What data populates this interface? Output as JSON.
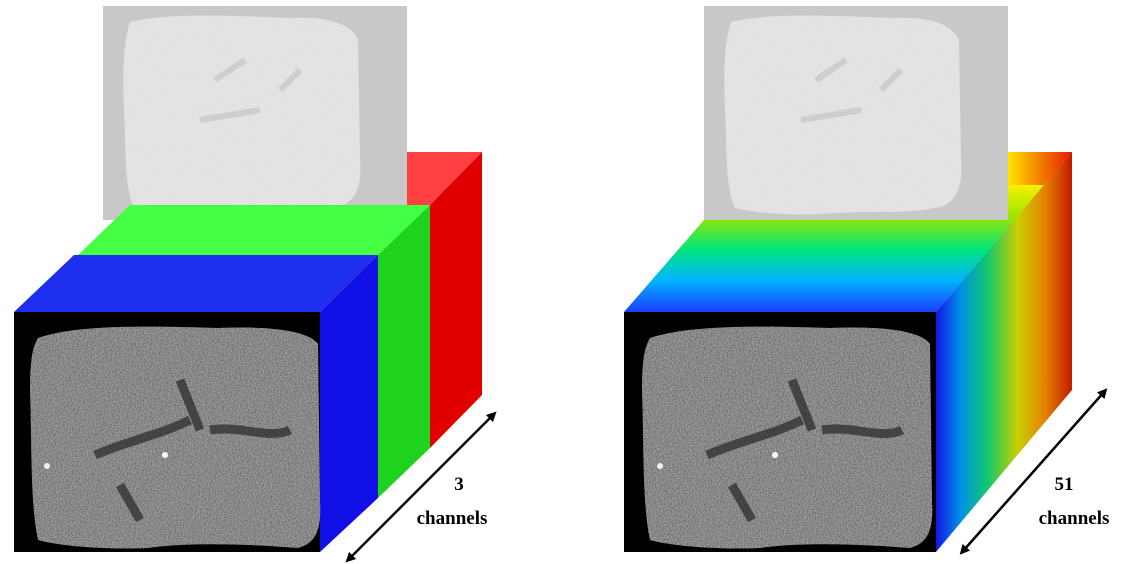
{
  "diagrams": [
    {
      "id": "rgb-cube",
      "channel_count": "3",
      "channel_word": "channels",
      "layers": [
        {
          "name": "red",
          "color": "#e10000"
        },
        {
          "name": "green",
          "color": "#1ed21e"
        },
        {
          "name": "blue",
          "color": "#0f0fe6"
        }
      ]
    },
    {
      "id": "hyperspectral-cube",
      "channel_count": "51",
      "channel_word": "channels",
      "gradient": [
        "#1d2bff",
        "#00b4ff",
        "#00e67a",
        "#7ae600",
        "#f0f000",
        "#ff9900",
        "#e62e00",
        "#c41800"
      ]
    }
  ],
  "colors": {
    "background": "#ffffff",
    "slice_back": "#c8c8c8",
    "slice_front": "#000000",
    "arrow": "#000000"
  }
}
